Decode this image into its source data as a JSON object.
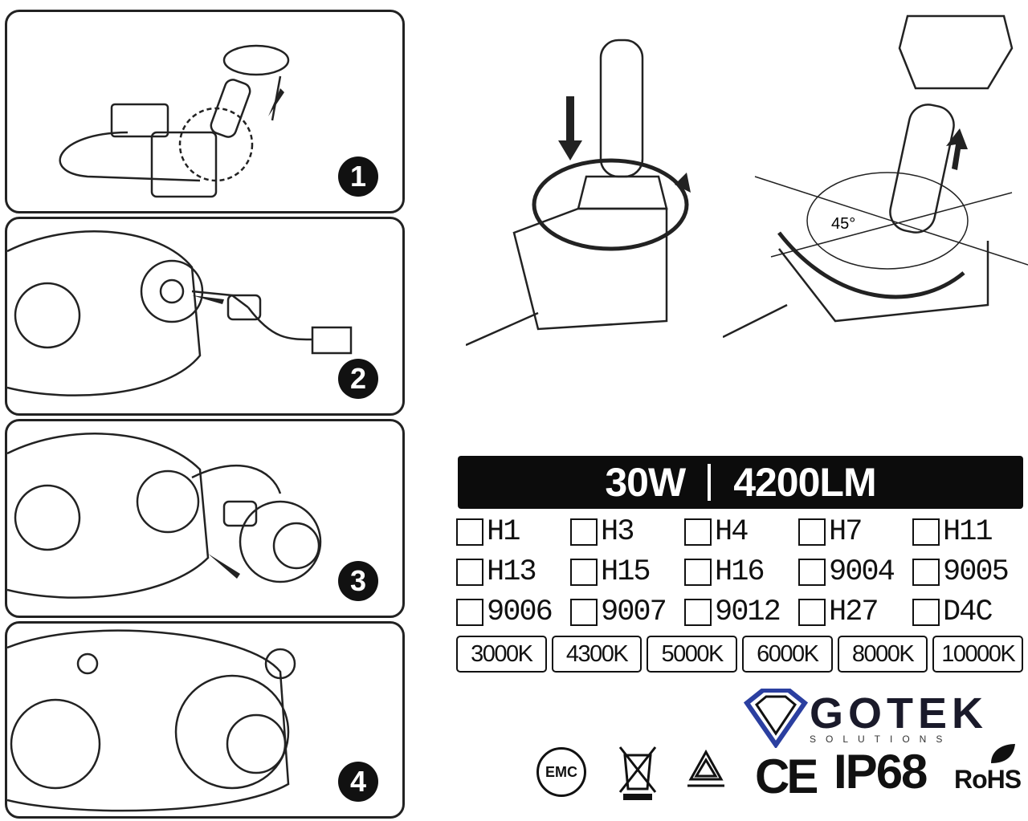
{
  "steps": [
    {
      "number": "1"
    },
    {
      "number": "2"
    },
    {
      "number": "3"
    },
    {
      "number": "4"
    }
  ],
  "diagram_angle_label": "45°",
  "spec": {
    "power": "30W",
    "lumens": "4200LM"
  },
  "sockets": [
    "H1",
    "H3",
    "H4",
    "H7",
    "H11",
    "H13",
    "H15",
    "H16",
    "9004",
    "9005",
    "9006",
    "9007",
    "9012",
    "H27",
    "D4C"
  ],
  "color_temps": [
    "3000K",
    "4300K",
    "5000K",
    "6000K",
    "8000K",
    "10000K"
  ],
  "brand": {
    "name": "GOTEK",
    "tagline": "SOLUTIONS",
    "accent_color": "#2b3fa0"
  },
  "certifications": {
    "emc": "EMC",
    "ce": "CE",
    "ip": "IP68",
    "rohs": "RoHS"
  },
  "icons": [
    "weee-bin-icon",
    "recycle-icon",
    "rohs-leaf-icon",
    "arrow-icon",
    "rotate-arrow-icon"
  ]
}
